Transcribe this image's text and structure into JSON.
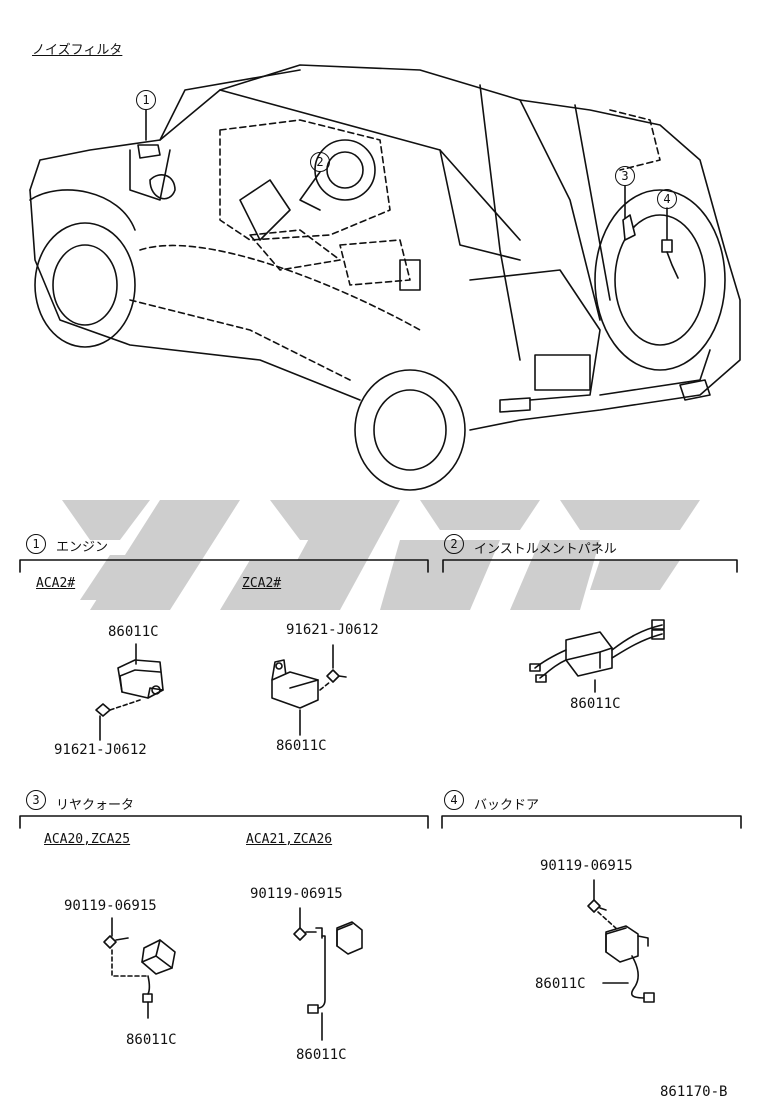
{
  "title": "ノイズフィルタ",
  "callouts": [
    "1",
    "2",
    "3",
    "4"
  ],
  "sections": [
    {
      "num": "1",
      "name": "エンジン",
      "groups": [
        {
          "model": "ACA2#",
          "parts": [
            "86011C",
            "91621-J0612"
          ]
        },
        {
          "model": "ZCA2#",
          "parts": [
            "91621-J0612",
            "86011C"
          ]
        }
      ]
    },
    {
      "num": "2",
      "name": "インストルメントパネル",
      "groups": [
        {
          "model": "",
          "parts": [
            "86011C"
          ]
        }
      ]
    },
    {
      "num": "3",
      "name": "リヤクォータ",
      "groups": [
        {
          "model": "ACA20,ZCA25",
          "parts": [
            "90119-06915",
            "86011C"
          ]
        },
        {
          "model": "ACA21,ZCA26",
          "parts": [
            "90119-06915",
            "86011C"
          ]
        }
      ]
    },
    {
      "num": "4",
      "name": "バックドア",
      "groups": [
        {
          "model": "",
          "parts": [
            "90119-06915",
            "86011C"
          ]
        }
      ]
    }
  ],
  "diagram_code": "861170-B",
  "colors": {
    "line": "#111111",
    "watermark": "#c8c8c8"
  }
}
